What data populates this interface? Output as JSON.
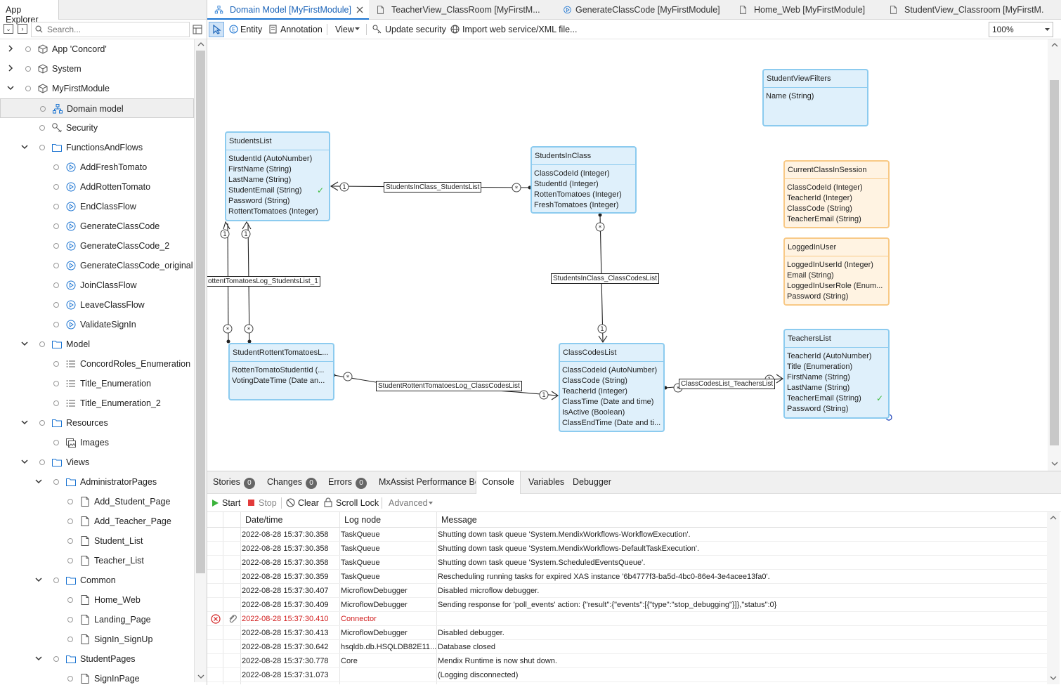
{
  "left_panel": {
    "title": "App Explorer",
    "search_placeholder": "Search...",
    "tree": [
      {
        "label": "App 'Concord'",
        "level": 0,
        "chevron": "right",
        "icon": "box"
      },
      {
        "label": "System",
        "level": 0,
        "chevron": "right",
        "icon": "box"
      },
      {
        "label": "MyFirstModule",
        "level": 0,
        "chevron": "down",
        "icon": "box"
      },
      {
        "label": "Domain model",
        "level": 1,
        "chevron": "",
        "icon": "domain",
        "selected": true
      },
      {
        "label": "Security",
        "level": 1,
        "chevron": "",
        "icon": "key"
      },
      {
        "label": "FunctionsAndFlows",
        "level": 1,
        "chevron": "down",
        "icon": "folder"
      },
      {
        "label": "AddFreshTomato",
        "level": 2,
        "chevron": "",
        "icon": "flow"
      },
      {
        "label": "AddRottenTomato",
        "level": 2,
        "chevron": "",
        "icon": "flow"
      },
      {
        "label": "EndClassFlow",
        "level": 2,
        "chevron": "",
        "icon": "flow"
      },
      {
        "label": "GenerateClassCode",
        "level": 2,
        "chevron": "",
        "icon": "flow"
      },
      {
        "label": "GenerateClassCode_2",
        "level": 2,
        "chevron": "",
        "icon": "flow"
      },
      {
        "label": "GenerateClassCode_original",
        "level": 2,
        "chevron": "",
        "icon": "flow"
      },
      {
        "label": "JoinClassFlow",
        "level": 2,
        "chevron": "",
        "icon": "flow"
      },
      {
        "label": "LeaveClassFlow",
        "level": 2,
        "chevron": "",
        "icon": "flow"
      },
      {
        "label": "ValidateSignIn",
        "level": 2,
        "chevron": "",
        "icon": "flow"
      },
      {
        "label": "Model",
        "level": 1,
        "chevron": "down",
        "icon": "folder"
      },
      {
        "label": "ConcordRoles_Enumeration",
        "level": 2,
        "chevron": "",
        "icon": "enum"
      },
      {
        "label": "Title_Enumeration",
        "level": 2,
        "chevron": "",
        "icon": "enum"
      },
      {
        "label": "Title_Enumeration_2",
        "level": 2,
        "chevron": "",
        "icon": "enum"
      },
      {
        "label": "Resources",
        "level": 1,
        "chevron": "down",
        "icon": "folder"
      },
      {
        "label": "Images",
        "level": 2,
        "chevron": "",
        "icon": "image"
      },
      {
        "label": "Views",
        "level": 1,
        "chevron": "down",
        "icon": "folder"
      },
      {
        "label": "AdministratorPages",
        "level": 2,
        "chevron": "down",
        "icon": "folder"
      },
      {
        "label": "Add_Student_Page",
        "level": 3,
        "chevron": "",
        "icon": "page"
      },
      {
        "label": "Add_Teacher_Page",
        "level": 3,
        "chevron": "",
        "icon": "page"
      },
      {
        "label": "Student_List",
        "level": 3,
        "chevron": "",
        "icon": "page"
      },
      {
        "label": "Teacher_List",
        "level": 3,
        "chevron": "",
        "icon": "page"
      },
      {
        "label": "Common",
        "level": 2,
        "chevron": "down",
        "icon": "folder"
      },
      {
        "label": "Home_Web",
        "level": 3,
        "chevron": "",
        "icon": "page"
      },
      {
        "label": "Landing_Page",
        "level": 3,
        "chevron": "",
        "icon": "page"
      },
      {
        "label": "SignIn_SignUp",
        "level": 3,
        "chevron": "",
        "icon": "page"
      },
      {
        "label": "StudentPages",
        "level": 2,
        "chevron": "down",
        "icon": "folder"
      },
      {
        "label": "SignInPage",
        "level": 3,
        "chevron": "",
        "icon": "page"
      }
    ]
  },
  "tabs": [
    {
      "label": "Domain Model [MyFirstModule]",
      "icon": "domain",
      "active": true
    },
    {
      "label": "TeacherView_ClassRoom [MyFirstM...",
      "icon": "page"
    },
    {
      "label": "GenerateClassCode [MyFirstModule]",
      "icon": "flow"
    },
    {
      "label": "Home_Web [MyFirstModule]",
      "icon": "page"
    },
    {
      "label": "StudentView_Classroom [MyFirstM.",
      "icon": "page"
    }
  ],
  "toolbar": {
    "entity": "Entity",
    "annotation": "Annotation",
    "view": "View",
    "update_security": "Update security",
    "import_ws": "Import web service/XML file...",
    "zoom": "100%"
  },
  "entities": {
    "students_list": {
      "name": "StudentsList",
      "attrs": [
        "StudentId (AutoNumber)",
        "FirstName (String)",
        "LastName (String)",
        "StudentEmail (String)",
        "Password (String)",
        "RottentTomatoes (Integer)"
      ]
    },
    "students_in_class": {
      "name": "StudentsInClass",
      "attrs": [
        "ClassCodeId (Integer)",
        "StudentId (Integer)",
        "RottenTomatoes (Integer)",
        "FreshTomatoes (Integer)"
      ]
    },
    "student_view_filters": {
      "name": "StudentViewFilters",
      "attrs": [
        "Name (String)"
      ]
    },
    "current_class": {
      "name": "CurrentClassInSession",
      "attrs": [
        "ClassCodeId (Integer)",
        "TeacherId (Integer)",
        "ClassCode (String)",
        "TeacherEmail (String)"
      ]
    },
    "logged_in_user": {
      "name": "LoggedInUser",
      "attrs": [
        "LoggedInUserId (Integer)",
        "Email (String)",
        "LoggedInUserRole (Enum...",
        "Password (String)"
      ]
    },
    "rotten_log": {
      "name": "StudentRottentTomatoesL...",
      "attrs": [
        "RottenTomatoStudentId (...",
        "VotingDateTime (Date an..."
      ]
    },
    "class_codes_list": {
      "name": "ClassCodesList",
      "attrs": [
        "ClassCodeId (AutoNumber)",
        "ClassCode (String)",
        "TeacherId (Integer)",
        "ClassTime (Date and time)",
        "IsActive (Boolean)",
        "ClassEndTime (Date and ti..."
      ]
    },
    "teachers_list": {
      "name": "TeachersList",
      "attrs": [
        "TeacherId (AutoNumber)",
        "Title (Enumeration)",
        "FirstName (String)",
        "LastName (String)",
        "TeacherEmail (String)",
        "Password (String)"
      ]
    }
  },
  "associations": {
    "a1": "StudentsInClass_StudentsList",
    "a2": "ottentTomatoesLog_StudentsList_1",
    "a3": "StudentsInClass_ClassCodesList",
    "a4": "StudentRottentTomatoesLog_ClassCodesList",
    "a5": "ClassCodesList_TeachersList"
  },
  "multiplicity": {
    "one": "1",
    "many": "*"
  },
  "bottom": {
    "tabs": [
      {
        "label": "Stories",
        "badge": "0"
      },
      {
        "label": "Changes",
        "badge": "0"
      },
      {
        "label": "Errors",
        "badge": "0"
      },
      {
        "label": "MxAssist Performance Bot"
      },
      {
        "label": "Console",
        "active": true
      },
      {
        "label": "Variables"
      },
      {
        "label": "Debugger"
      }
    ],
    "toolbar": {
      "start": "Start",
      "stop": "Stop",
      "clear": "Clear",
      "scroll_lock": "Scroll Lock",
      "advanced": "Advanced"
    },
    "columns": [
      "Date/time",
      "Log node",
      "Message"
    ],
    "rows": [
      {
        "date": "2022-08-28 15:37:30.358",
        "node": "TaskQueue",
        "msg": "Shutting down task queue 'System.MendixWorkflows-WorkflowExecution'."
      },
      {
        "date": "2022-08-28 15:37:30.358",
        "node": "TaskQueue",
        "msg": "Shutting down task queue 'System.MendixWorkflows-DefaultTaskExecution'."
      },
      {
        "date": "2022-08-28 15:37:30.358",
        "node": "TaskQueue",
        "msg": "Shutting down task queue 'System.ScheduledEventsQueue'."
      },
      {
        "date": "2022-08-28 15:37:30.359",
        "node": "TaskQueue",
        "msg": "Rescheduling running tasks for expired XAS instance '6b4777f3-ba5d-4bc0-86e4-3e4acee13fa0'."
      },
      {
        "date": "2022-08-28 15:37:30.407",
        "node": "MicroflowDebugger",
        "msg": "Disabled microflow debugger."
      },
      {
        "date": "2022-08-28 15:37:30.409",
        "node": "MicroflowDebugger",
        "msg": "Sending response for 'poll_events' action: {\"result\":{\"events\":[{\"type\":\"stop_debugging\"}]},\"status\":0}"
      },
      {
        "date": "2022-08-28 15:37:30.410",
        "node": "Connector",
        "msg": "",
        "error": true
      },
      {
        "date": "2022-08-28 15:37:30.413",
        "node": "MicroflowDebugger",
        "msg": "Disabled debugger."
      },
      {
        "date": "2022-08-28 15:37:30.642",
        "node": "hsqldb.db.HSQLDB82E11...",
        "msg": "Database closed"
      },
      {
        "date": "2022-08-28 15:37:30.778",
        "node": "Core",
        "msg": "Mendix Runtime is now shut down."
      },
      {
        "date": "2022-08-28 15:37:31.073",
        "node": "",
        "msg": "(Logging disconnected)"
      }
    ]
  }
}
